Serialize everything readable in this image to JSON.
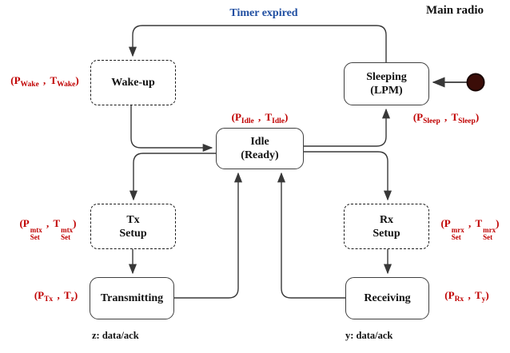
{
  "title": "Main radio",
  "transition_label": "Timer expired",
  "states": {
    "wake_up": {
      "label": "Wake-up"
    },
    "sleeping": {
      "line1": "Sleeping",
      "line2": "(LPM)"
    },
    "idle": {
      "line1": "Idle",
      "line2": "(Ready)"
    },
    "tx_setup": {
      "line1": "Tx",
      "line2": "Setup"
    },
    "rx_setup": {
      "line1": "Rx",
      "line2": "Setup"
    },
    "transmitting": {
      "label": "Transmitting"
    },
    "receiving": {
      "label": "Receiving"
    }
  },
  "params": {
    "wake": {
      "p": "(P",
      "p_sub": "Wake",
      "sep": " , ",
      "t": "T",
      "t_sub": "Wake",
      "close": ")"
    },
    "idle": {
      "p": "(P",
      "p_sub": "Idle",
      "sep": " , ",
      "t": "T",
      "t_sub": "Idle",
      "close": ")"
    },
    "sleep": {
      "p": "(P",
      "p_sub": "Sleep",
      "sep": " , ",
      "t": "T",
      "t_sub": "Sleep",
      "close": ")"
    },
    "mtx": {
      "p": "(P",
      "p_sup": "mtx",
      "p_sub": "Set",
      "sep": " , ",
      "t": "T",
      "t_sup": "mtx",
      "t_sub": "Set",
      "close": ")"
    },
    "mrx": {
      "p": "(P",
      "p_sup": "mrx",
      "p_sub": "Set",
      "sep": " , ",
      "t": "T",
      "t_sup": "mrx",
      "t_sub": "Set",
      "close": ")"
    },
    "tx": {
      "p": "(P",
      "p_sub": "Tx",
      "sep": " , ",
      "t": "T",
      "t_sub": "z",
      "close": ")"
    },
    "rx": {
      "p": "(P",
      "p_sub": "Rx",
      "sep": " , ",
      "t": "T",
      "t_sub": "y",
      "close": ")"
    }
  },
  "footnotes": {
    "z": "z: data/ack",
    "y": "y: data/ack"
  },
  "colors": {
    "param_red": "#c00000",
    "transition_blue": "#1f4ea1",
    "edge_line": "#383838",
    "initial_state_fill": "#3b0d08"
  }
}
